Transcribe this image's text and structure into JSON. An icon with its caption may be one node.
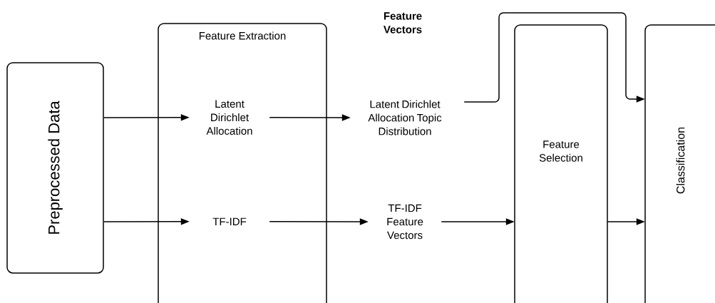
{
  "diagram": {
    "nodes": [
      {
        "text": [
          "Preprocessed Data"
        ]
      },
      {
        "text": [
          "Feature Extraction"
        ]
      },
      {
        "text": [
          "Latent Dirichlet Allocation"
        ],
        "in": 1
      },
      {
        "text": [
          "TF-IDF"
        ],
        "in": 1
      },
      {
        "text": [
          "Latent Dirichlet Allocation Topic Distribution"
        ]
      },
      {
        "text": [
          "TF-IDF Feature Vectors"
        ]
      },
      {
        "text": [
          "Feature Selection"
        ]
      },
      {
        "text": [
          "Classification"
        ]
      }
    ],
    "edges": [
      {
        "from": 0,
        "to": 2,
        "arrow": "to"
      },
      {
        "from": 0,
        "to": 3,
        "arrow": "to"
      },
      {
        "from": 2,
        "to": 4,
        "arrow": "to"
      },
      {
        "from": 3,
        "to": 5,
        "arrow": "to"
      },
      {
        "from": 4,
        "to": 7,
        "arrow": "to"
      },
      {
        "from": 5,
        "to": 6,
        "arrow": "to"
      },
      {
        "from": 6,
        "to": 7,
        "arrow": "to"
      }
    ],
    "labels": [
      "Feature Vectors"
    ]
  }
}
